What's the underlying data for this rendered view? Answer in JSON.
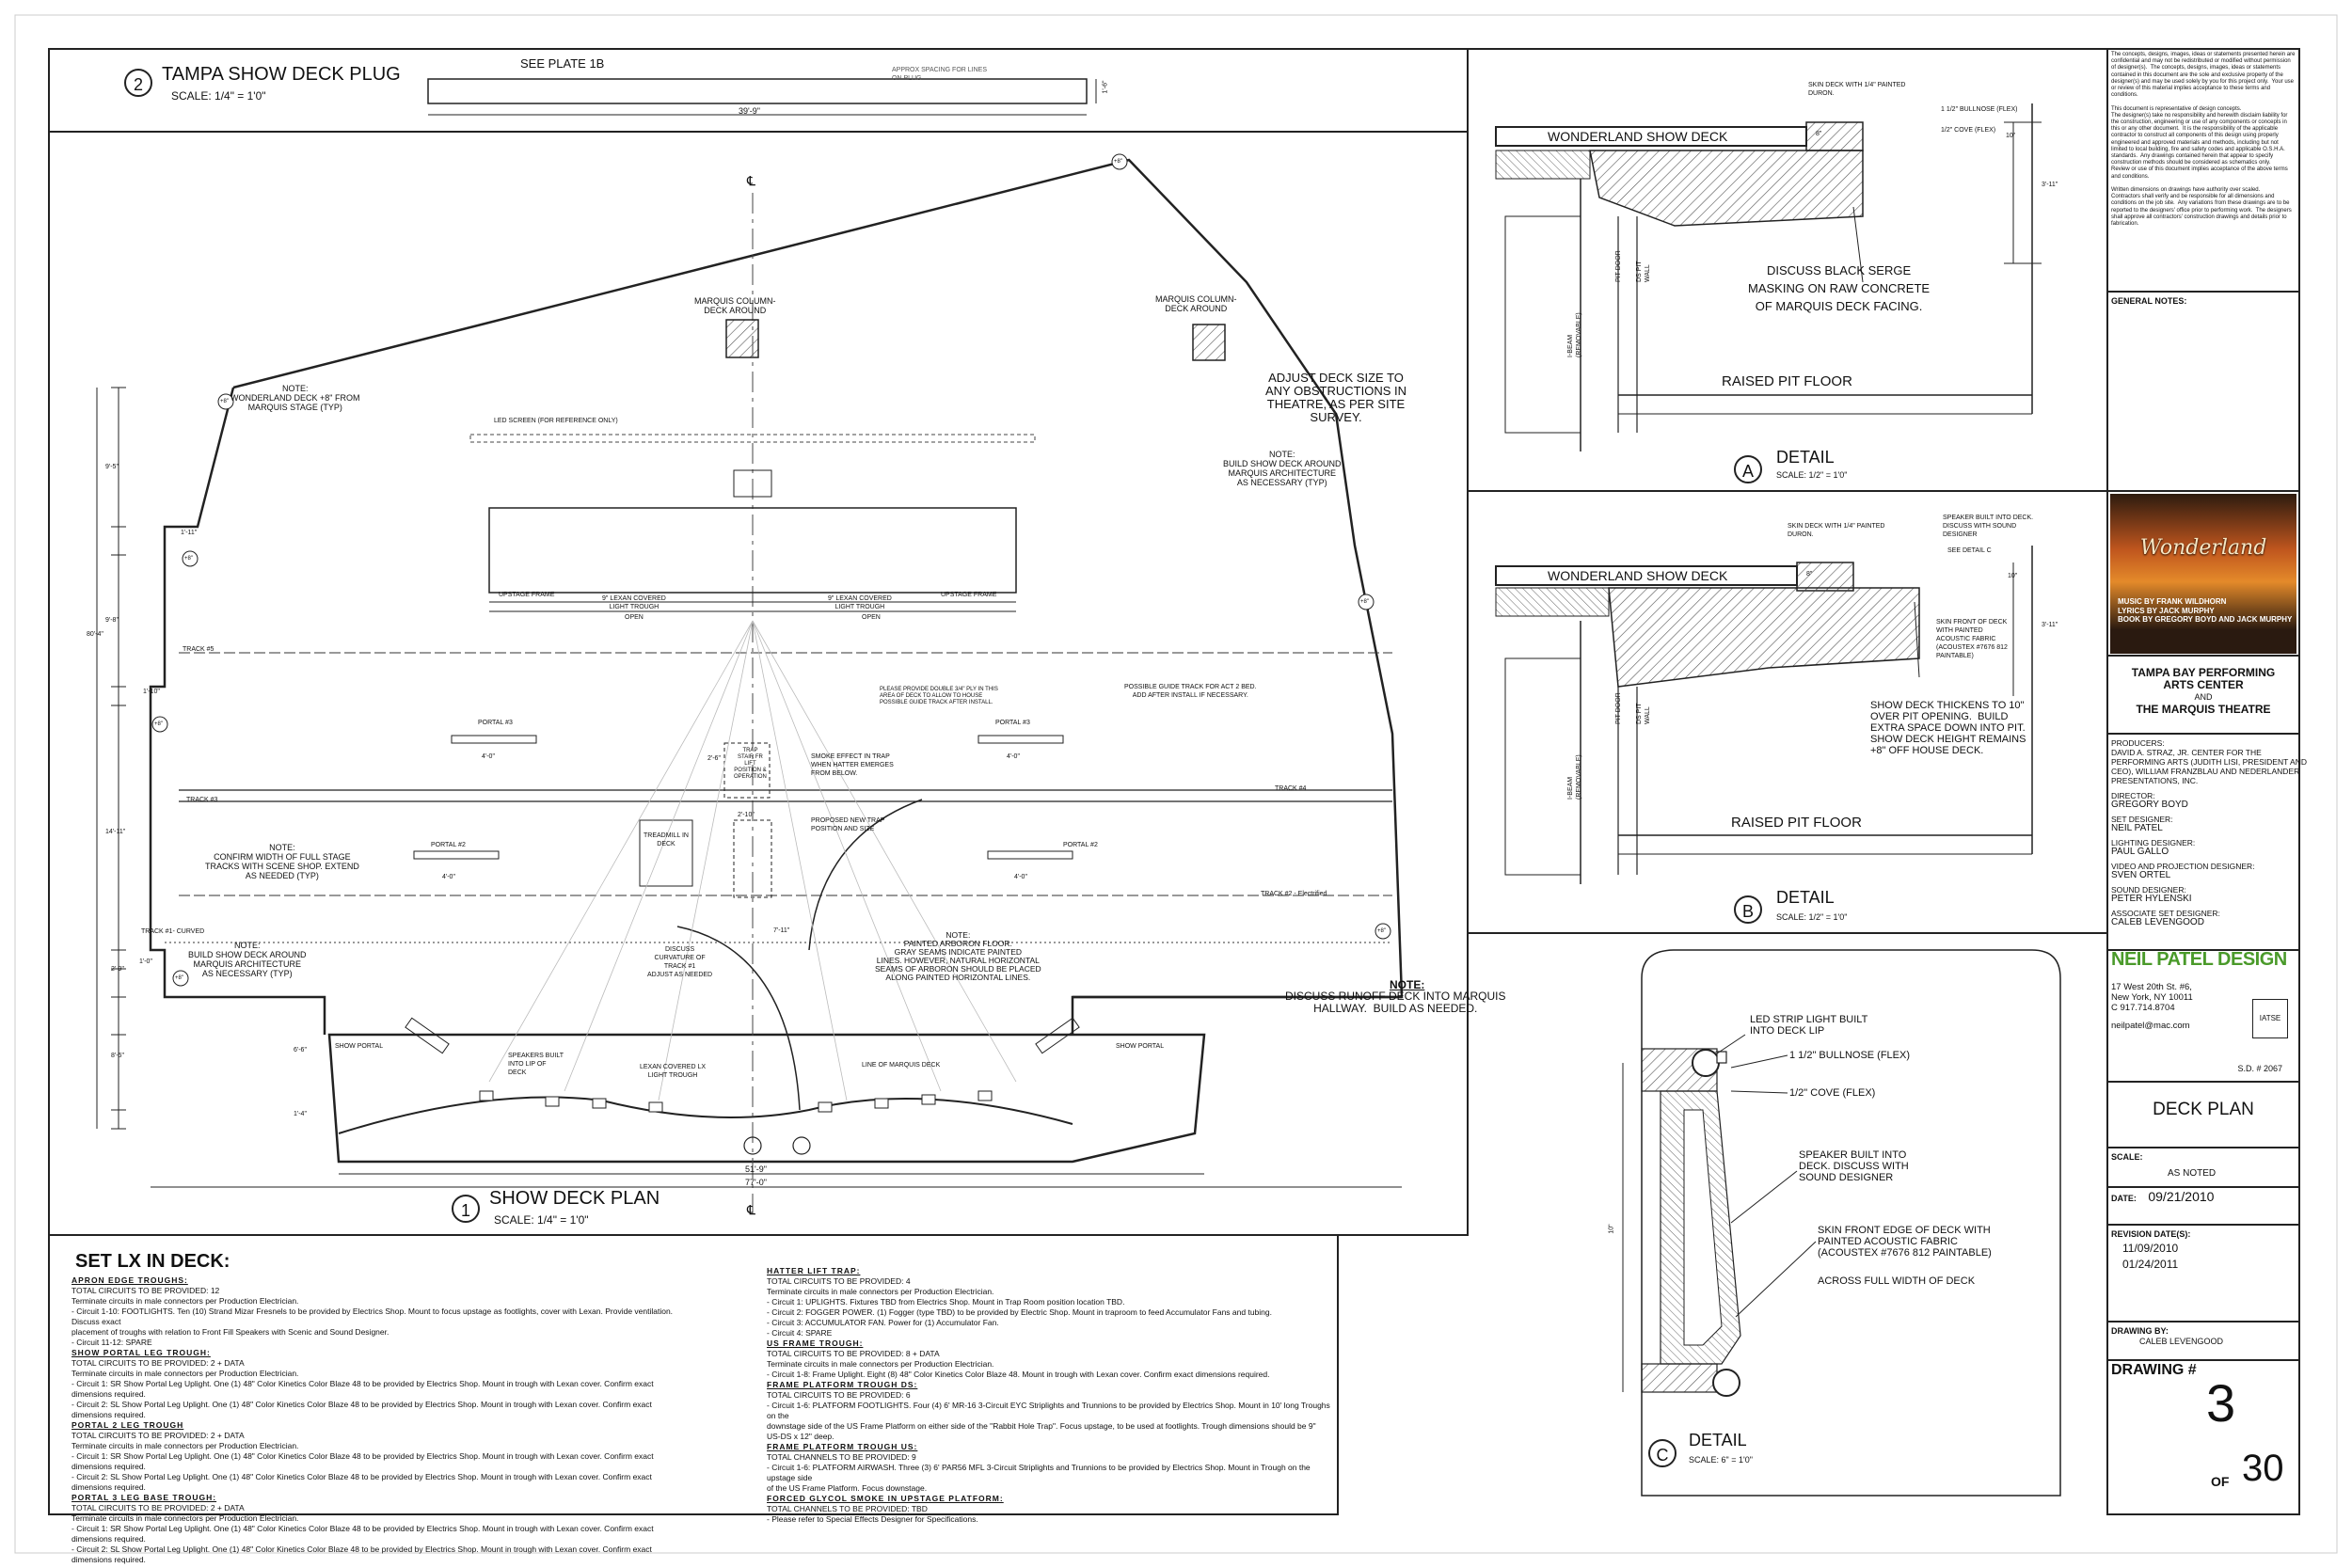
{
  "plug": {
    "number": "2",
    "title": "TAMPA SHOW DECK PLUG",
    "scale": "SCALE: 1/4\" = 1'0\"",
    "see_plate": "SEE PLATE 1B",
    "spacing_note": "APPROX SPACING FOR LINES ON PLUG",
    "width_dim": "39'-9\"",
    "height_dim": "1'-6\""
  },
  "plan": {
    "number": "1",
    "title": "SHOW DECK PLAN",
    "scale": "SCALE: 1/4\" = 1'0\"",
    "centerline": "℄",
    "width_dim_1": "51'-9\"",
    "width_dim_2": "77'-0\"",
    "labels": {
      "marquis_col_left": "MARQUIS COLUMN-\nDECK AROUND",
      "marquis_col_right": "MARQUIS COLUMN-\nDECK AROUND",
      "adjust_note": "ADJUST DECK SIZE TO\nANY OBSTRUCTIONS IN\nTHEATRE, AS PER SITE\nSURVEY.",
      "note_top_left": "NOTE:\nWONDERLAND DECK +8\" FROM\nMARQUIS STAGE (TYP)",
      "led_screen": "LED SCREEN (FOR REFERENCE ONLY)",
      "note_right": "NOTE:\nBUILD SHOW DECK AROUND\nMARQUIS ARCHITECTURE\nAS NECESSARY (TYP)",
      "upstage_frame_l": "UPSTAGE FRAME",
      "upstage_frame_r": "UPSTAGE FRAME",
      "lexan_l": "9\" LEXAN COVERED\nLIGHT TROUGH",
      "lexan_r": "9\" LEXAN COVERED\nLIGHT TROUGH",
      "open_l": "OPEN",
      "open_r": "OPEN",
      "track_5": "TRACK #5",
      "track_3": "TRACK #3",
      "track_4": "TRACK #4",
      "track_2": "TRACK #2 - Electrified",
      "track_1": "TRACK #1- CURVED",
      "portal_3_l": "PORTAL #3",
      "portal_3_r": "PORTAL #3",
      "portal_2_l": "PORTAL #2",
      "portal_2_r": "PORTAL #2",
      "trap_lift": "TRAP\nSTAIR FR\nLIFT\nPOSITION &\nOPERATION",
      "smoke": "SMOKE EFFECT IN TRAP\nWHEN HATTER EMERGES\nFROM BELOW.",
      "double_ply": "PLEASE PROVIDE DOUBLE 3/4\" PLY IN THIS\nAREA OF DECK TO ALLOW TO HOUSE\nPOSSIBLE GUIDE TRACK AFTER INSTALL.",
      "guide_track": "POSSIBLE GUIDE TRACK FOR ACT 2 BED.\nADD AFTER INSTALL IF NECESSARY.",
      "new_trap": "PROPOSED NEW TRAP\nPOSITION AND SIZE",
      "treadmill": "TREADMILL IN\nDECK",
      "note_confirm": "NOTE:\nCONFIRM WIDTH OF FULL STAGE\nTRACKS WITH SCENE SHOP. EXTEND\nAS NEEDED (TYP)",
      "note_build_left": "NOTE:\nBUILD SHOW DECK AROUND\nMARQUIS ARCHITECTURE\nAS NECESSARY (TYP)",
      "discuss_curv": "DISCUSS\nCURVATURE OF\nTRACK #1\nADJUST AS NEEDED",
      "painted_floor": "NOTE:\nPAINTED ARBORON FLOOR.\nGRAY SEAMS INDICATE PAINTED\nLINES. HOWEVER, NATURAL HORIZONTAL\nSEAMS OF ARBORON SHOULD BE PLACED\nALONG PAINTED HORIZONTAL LINES.",
      "runoff_note_title": "NOTE:",
      "runoff_note": "DISCUSS RUNOFF DECK INTO MARQUIS\nHALLWAY.  BUILD AS NEEDED.",
      "show_portal_l": "SHOW PORTAL",
      "show_portal_r": "SHOW PORTAL",
      "speakers": "SPEAKERS BUILT\nINTO LIP OF\nDECK",
      "lexan_lx": "LEXAN COVERED LX\nLIGHT TROUGH",
      "line_marquis": "LINE OF MARQUIS DECK",
      "dim_9_5": "9'-5\"",
      "dim_1_11": "1'-11\"",
      "dim_9_8": "9'-8\"",
      "dim_80_4": "80'-4\"",
      "dim_1_10": "1'-10\"",
      "dim_14_11": "14'-11\"",
      "dim_1_0": "1'-0\"",
      "dim_2_9": "2'-9\"",
      "dim_8_5": "8'-5\"",
      "dim_1_4": "1'-4\"",
      "dim_6_6": "6'-6\"",
      "dim_4_0a": "4'-0\"",
      "dim_4_0b": "4'-0\"",
      "dim_4_0c": "4'-0\"",
      "dim_4_0d": "4'-0\"",
      "dim_2_6": "2'-6\"",
      "dim_2_10": "2'-10\"",
      "dim_7_11": "7'-11\"",
      "plus8": "+8\""
    }
  },
  "detail_a": {
    "letter": "A",
    "title": "DETAIL",
    "scale": "SCALE: 1/2\" = 1'0\"",
    "deck": "WONDERLAND SHOW DECK",
    "skin": "SKIN DECK WITH 1/4\" PAINTED\nDURON.",
    "bullnose": "1 1/2\" BULLNOSE (FLEX)",
    "cove": "1/2\" COVE (FLEX)",
    "d10": "10\"",
    "d8": "8\"",
    "d3_11": "3'-11\"",
    "discuss": "DISCUSS BLACK SERGE\nMASKING ON RAW CONCRETE\nOF MARQUIS DECK FACING.",
    "pit": "RAISED PIT FLOOR",
    "ibeam": "I-BEAM\n(REMOVABLE)",
    "pitdoor": "PIT DOOR",
    "dspit": "DS PIT\nWALL"
  },
  "detail_b": {
    "letter": "B",
    "title": "DETAIL",
    "scale": "SCALE: 1/2\" = 1'0\"",
    "deck": "WONDERLAND SHOW DECK",
    "skin": "SKIN DECK WITH 1/4\" PAINTED\nDURON.",
    "speaker": "SPEAKER BUILT INTO DECK.\nDISCUSS WITH SOUND\nDESIGNER",
    "see_c": "SEE DETAIL C",
    "d10": "10\"",
    "d8": "8\"",
    "d3_11": "3'-11\"",
    "skin_front": "SKIN FRONT OF DECK\nWITH PAINTED\nACOUSTIC FABRIC\n(ACOUSTEX #7676 812\nPAINTABLE)",
    "thickens": "SHOW DECK THICKENS TO 10\"\nOVER PIT OPENING.  BUILD\nEXTRA SPACE DOWN INTO PIT.\nSHOW DECK HEIGHT REMAINS\n+8\" OFF HOUSE DECK.",
    "pit": "RAISED PIT FLOOR",
    "ibeam": "I-BEAM\n(REMOVABLE)",
    "pitdoor": "PIT DOOR",
    "dspit": "DS PIT\nWALL"
  },
  "detail_c": {
    "letter": "C",
    "title": "DETAIL",
    "scale": "SCALE: 6\" = 1'0\"",
    "led": "LED STRIP LIGHT BUILT\nINTO DECK LIP",
    "bullnose": "1 1/2\" BULLNOSE (FLEX)",
    "cove": "1/2\" COVE (FLEX)",
    "speaker": "SPEAKER BUILT INTO\nDECK. DISCUSS WITH\nSOUND DESIGNER",
    "skin_front": "SKIN FRONT EDGE OF DECK WITH\nPAINTED ACOUSTIC FABRIC\n(ACOUSTEX #7676 812 PAINTABLE)",
    "across": "ACROSS FULL WIDTH OF DECK",
    "dim": "10\""
  },
  "lx": {
    "title": "SET LX IN DECK:",
    "left": [
      {
        "type": "hd",
        "text": "APRON EDGE TROUGHS:"
      },
      {
        "type": "p",
        "text": "TOTAL CIRCUITS TO BE PROVIDED: 12"
      },
      {
        "type": "p",
        "text": "Terminate circuits in male connectors per Production Electrician."
      },
      {
        "type": "p",
        "text": "-        Circuit 1-10:  FOOTLIGHTS.  Ten (10) Strand Mizar Fresnels to be provided by Electrics Shop.  Mount to focus upstage as footlights, cover with Lexan.  Provide ventilation.  Discuss exact"
      },
      {
        "type": "p",
        "text": "placement of troughs with relation to Front Fill Speakers with Scenic and Sound Designer."
      },
      {
        "type": "p",
        "text": "-        Circuit 11-12:  SPARE"
      },
      {
        "type": "hd",
        "text": "SHOW PORTAL LEG TROUGH:"
      },
      {
        "type": "p",
        "text": "TOTAL CIRCUITS TO BE PROVIDED: 2 + DATA"
      },
      {
        "type": "p",
        "text": "Terminate circuits in male connectors per Production Electrician."
      },
      {
        "type": "p",
        "text": "-        Circuit 1:  SR Show Portal Leg Uplight.  One (1) 48\" Color Kinetics Color Blaze 48 to be provided by Electrics Shop.  Mount in trough with Lexan cover.  Confirm exact dimensions required."
      },
      {
        "type": "p",
        "text": "-        Circuit 2:  SL Show Portal Leg Uplight.  One (1) 48\" Color Kinetics Color Blaze 48 to be provided by Electrics Shop.  Mount in trough with Lexan cover.  Confirm exact dimensions required."
      },
      {
        "type": "hd",
        "text": "PORTAL 2 LEG TROUGH"
      },
      {
        "type": "p",
        "text": "TOTAL CIRCUITS TO BE PROVIDED: 2 + DATA"
      },
      {
        "type": "p",
        "text": "Terminate circuits in male connectors per Production Electrician."
      },
      {
        "type": "p",
        "text": "-        Circuit 1:  SR Show Portal Leg Uplight.  One (1) 48\" Color Kinetics Color Blaze 48 to be provided by Electrics Shop.  Mount in trough with Lexan cover.  Confirm exact dimensions required."
      },
      {
        "type": "p",
        "text": "-        Circuit 2:  SL Show Portal Leg Uplight.  One (1) 48\" Color Kinetics Color Blaze 48 to be provided by Electrics Shop.  Mount in trough with Lexan cover.  Confirm exact dimensions required."
      },
      {
        "type": "hd",
        "text": "PORTAL 3 LEG BASE TROUGH:"
      },
      {
        "type": "p",
        "text": "TOTAL CIRCUITS TO BE PROVIDED: 2 + DATA"
      },
      {
        "type": "p",
        "text": "Terminate circuits in male connectors per Production Electrician."
      },
      {
        "type": "p",
        "text": "-        Circuit 1:  SR Show Portal Leg Uplight.  One (1) 48\" Color Kinetics Color Blaze 48 to be provided by Electrics Shop.  Mount in trough with Lexan cover.  Confirm exact dimensions required."
      },
      {
        "type": "p",
        "text": "-        Circuit 2:  SL Show Portal Leg Uplight.  One (1) 48\" Color Kinetics Color Blaze 48 to be provided by Electrics Shop.  Mount in trough with Lexan cover.  Confirm exact dimensions required."
      }
    ],
    "right": [
      {
        "type": "hd",
        "text": "HATTER LIFT TRAP:"
      },
      {
        "type": "p",
        "text": "TOTAL CIRCUITS TO BE PROVIDED: 4"
      },
      {
        "type": "p",
        "text": "Terminate circuits in male connectors per Production Electrician."
      },
      {
        "type": "p",
        "text": "-        Circuit 1:  UPLIGHTS.  Fixtures TBD from Electrics Shop.  Mount in Trap Room position location TBD."
      },
      {
        "type": "p",
        "text": "-        Circuit 2:  FOGGER POWER.  (1) Fogger (type TBD) to be provided by Electric Shop.  Mount in traproom to feed Accumulator Fans and tubing."
      },
      {
        "type": "p",
        "text": "-        Circuit 3:  ACCUMULATOR FAN.  Power for (1) Accumulator Fan."
      },
      {
        "type": "p",
        "text": "-        Circuit 4:  SPARE"
      },
      {
        "type": "hd",
        "text": "US FRAME TROUGH:"
      },
      {
        "type": "p",
        "text": "TOTAL CIRCUITS TO BE PROVIDED: 8 + DATA"
      },
      {
        "type": "p",
        "text": "Terminate circuits in male connectors per Production Electrician."
      },
      {
        "type": "p",
        "text": "-        Circuit 1-8:  Frame Uplight.  Eight (8) 48\" Color Kinetics Color Blaze 48.  Mount in trough with Lexan cover.  Confirm exact dimensions required."
      },
      {
        "type": "hd",
        "text": "FRAME PLATFORM TROUGH DS:"
      },
      {
        "type": "p",
        "text": "TOTAL CIRCUITS TO BE PROVIDED: 6"
      },
      {
        "type": "p",
        "text": "-        Circuit 1-6:  PLATFORM  FOOTLIGHTS.  Four (4) 6' MR-16 3-Circuit EYC Striplights and Trunnions to be provided by Electrics Shop.  Mount in 10' long Troughs on the"
      },
      {
        "type": "p",
        "text": "downstage side of the US Frame Platform on either side of the \"Rabbit Hole Trap\".  Focus upstage, to be used at footlights.  Trough dimensions should be 9\" US-DS x 12\" deep."
      },
      {
        "type": "hd",
        "text": "FRAME PLATFORM TROUGH US:"
      },
      {
        "type": "p",
        "text": "TOTAL CHANNELS TO BE PROVIDED: 9"
      },
      {
        "type": "p",
        "text": "-        Circuit 1-6:  PLATFORM AIRWASH.  Three (3) 6' PAR56 MFL 3-Circuit Striplights and Trunnions to be provided by Electrics Shop.  Mount in Trough on the upstage side"
      },
      {
        "type": "p",
        "text": "of the US Frame Platform.  Focus downstage."
      },
      {
        "type": "hd",
        "text": "FORCED GLYCOL SMOKE IN UPSTAGE PLATFORM:"
      },
      {
        "type": "p",
        "text": "TOTAL CHANNELS TO BE PROVIDED: TBD"
      },
      {
        "type": "p",
        "text": "-        Please refer to Special Effects Designer for Specifications."
      }
    ]
  },
  "title_block": {
    "disclaimer": "The concepts, designs, images, ideas or statements presented herein are confidential and may not be redistributed or modified without permission of designer(s).  The concepts, designs, images, ideas or statements contained in this document are the sole and exclusive property of the designer(s) and may be used solely by you for this project only.  Your use or review of this material implies acceptance to these terms and conditions.\n\nThis document is representative of design concepts.\nThe designer(s) take no responsibility and herewith disclaim liability for the construction, engineering or use of any components or concepts in this or any other document.  It is the responsibility of the applicable contractor to construct all components of this design using properly engineered and approved materials and methods, including but not limited to local building, fire and safety codes and applicable O.S.H.A. standards.  Any drawings contained herein that appear to specify construction methods should be considered as schematics only.\nReview or use of this document implies acceptance of the above terms and conditions.\n\nWritten dimensions on drawings have authority over scaled.\nContractors shall verify and be responsible for all dimensions and conditions on the job site.  Any variations from these drawings are to be reported to the designers' office prior to performing work.  The designers shall approve all contractors' construction drawings and details prior to fabrication.",
    "general_notes": "GENERAL NOTES:",
    "logo_title": "Wonderland",
    "logo_credits": "MUSIC BY FRANK WILDHORN\nLYRICS BY JACK MURPHY\nBOOK BY GREGORY BOYD AND JACK MURPHY",
    "venue_1": "TAMPA BAY PERFORMING\nARTS CENTER",
    "venue_and": "AND",
    "venue_2": "THE MARQUIS THEATRE",
    "producers_label": "PRODUCERS:",
    "producers": "DAVID A. STRAZ, JR. CENTER FOR THE\nPERFORMING ARTS (JUDITH LISI, PRESIDENT AND\nCEO), WILLIAM FRANZBLAU AND NEDERLANDER\nPRESENTATIONS, INC.",
    "director_label": "DIRECTOR:",
    "director": "GREGORY BOYD",
    "set_label": "SET DESIGNER:",
    "set": "NEIL PATEL",
    "lighting_label": "LIGHTING DESIGNER:",
    "lighting": "PAUL GALLO",
    "video_label": "VIDEO AND PROJECTION DESIGNER:",
    "video": "SVEN ORTEL",
    "sound_label": "SOUND DESIGNER:",
    "sound": "PETER HYLENSKI",
    "assoc_label": "ASSOCIATE SET DESIGNER:",
    "assoc": "CALEB LEVENGOOD",
    "firm": "NEIL PATEL DESIGN",
    "address": "17 West 20th St. #6,\nNew York, NY 10011\nC 917.714.8704",
    "email": "neilpatel@mac.com",
    "sd": "S.D. # 2067",
    "sheet_title": "DECK PLAN",
    "scale_label": "SCALE:",
    "scale_value": "AS NOTED",
    "date_label": "DATE:",
    "date_value": "09/21/2010",
    "revision_label": "REVISION DATE(S):",
    "revision_1": "11/09/2010",
    "revision_2": "01/24/2011",
    "drawn_label": "DRAWING BY:",
    "drawn_value": "CALEB LEVENGOOD",
    "drawing_label": "DRAWING #",
    "drawing_number": "3",
    "of_label": "OF",
    "of_total": "30"
  },
  "colors": {
    "line": "#222222",
    "hatch": "#555555",
    "firm_green": "#4a9a2a",
    "logo_sky": "#c0561e"
  }
}
